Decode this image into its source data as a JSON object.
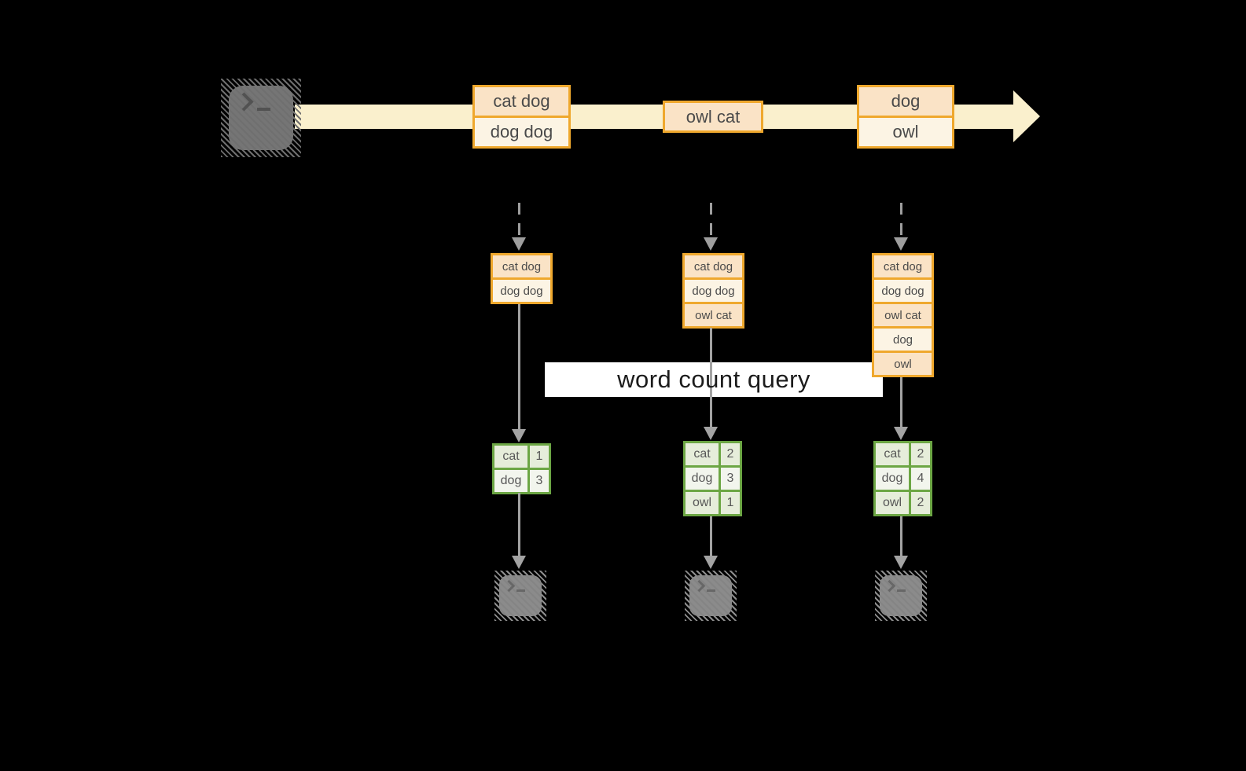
{
  "colors": {
    "background": "#000000",
    "stream_band": "#FAF0CD",
    "box_border_gold": "#EFA82D",
    "box_fill_peach": "#FAE3C6",
    "box_fill_cream": "#FCF4E4",
    "table_border_green": "#6CA644",
    "table_cell_sage": "#E6EDDA",
    "table_cell_light": "#F2F5ED",
    "arrow_gray": "#A3A3A3",
    "banner_bg": "#FFFFFF",
    "banner_text": "#1C1C1C",
    "terminal_gray_dark": "#757575",
    "terminal_gray_light": "#8B8B8B"
  },
  "banner": {
    "query_label": "word count query"
  },
  "stream": {
    "groups": [
      {
        "rows": [
          "cat dog",
          "dog dog"
        ]
      },
      {
        "rows": [
          "owl cat"
        ]
      },
      {
        "rows": [
          "dog",
          "owl"
        ]
      }
    ]
  },
  "tasks": [
    {
      "buffer": [
        "cat dog",
        "dog dog"
      ],
      "counts": [
        {
          "word": "cat",
          "count": "1"
        },
        {
          "word": "dog",
          "count": "3"
        }
      ]
    },
    {
      "buffer": [
        "cat dog",
        "dog dog",
        "owl cat"
      ],
      "counts": [
        {
          "word": "cat",
          "count": "2"
        },
        {
          "word": "dog",
          "count": "3"
        },
        {
          "word": "owl",
          "count": "1"
        }
      ]
    },
    {
      "buffer": [
        "cat dog",
        "dog dog",
        "owl cat",
        "dog",
        "owl"
      ],
      "counts": [
        {
          "word": "cat",
          "count": "2"
        },
        {
          "word": "dog",
          "count": "4"
        },
        {
          "word": "owl",
          "count": "2"
        }
      ]
    }
  ]
}
